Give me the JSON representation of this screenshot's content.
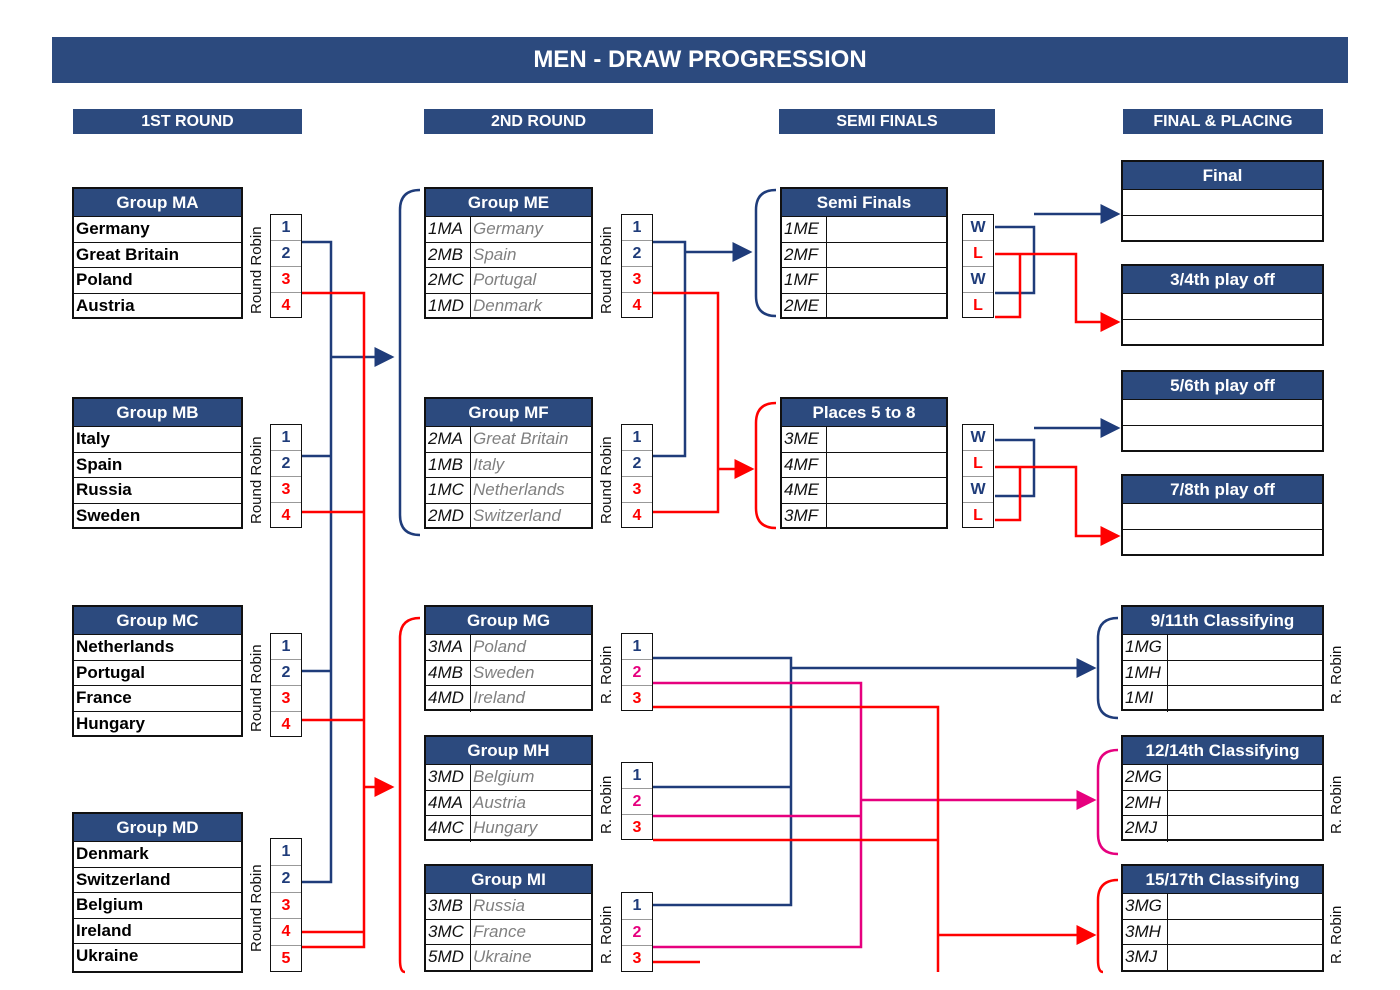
{
  "title": "MEN - DRAW PROGRESSION",
  "columns": [
    "1ST ROUND",
    "2ND ROUND",
    "SEMI FINALS",
    "FINAL & PLACING"
  ],
  "rr_label": "Round Robin",
  "rr_short": "R. Robin",
  "colors": {
    "header": "#2c4a7e",
    "winner_line": "#1f3c7a",
    "loser_line": "#ff0000",
    "pink_line": "#e6007e"
  },
  "round1": [
    {
      "name": "Group MA",
      "teams": [
        "Germany",
        "Great Britain",
        "Poland",
        "Austria"
      ],
      "ranks": [
        "1",
        "2",
        "3",
        "4"
      ]
    },
    {
      "name": "Group MB",
      "teams": [
        "Italy",
        "Spain",
        "Russia",
        "Sweden"
      ],
      "ranks": [
        "1",
        "2",
        "3",
        "4"
      ]
    },
    {
      "name": "Group MC",
      "teams": [
        "Netherlands",
        "Portugal",
        "France",
        "Hungary"
      ],
      "ranks": [
        "1",
        "2",
        "3",
        "4"
      ]
    },
    {
      "name": "Group MD",
      "teams": [
        "Denmark",
        "Switzerland",
        "Belgium",
        "Ireland",
        "Ukraine"
      ],
      "ranks": [
        "1",
        "2",
        "3",
        "4",
        "5"
      ]
    }
  ],
  "round2": [
    {
      "name": "Group ME",
      "seeds": [
        "1MA",
        "2MB",
        "2MC",
        "1MD"
      ],
      "teams": [
        "Germany",
        "Spain",
        "Portugal",
        "Denmark"
      ],
      "ranks": [
        "1",
        "2",
        "3",
        "4"
      ]
    },
    {
      "name": "Group MF",
      "seeds": [
        "2MA",
        "1MB",
        "1MC",
        "2MD"
      ],
      "teams": [
        "Great Britain",
        "Italy",
        "Netherlands",
        "Switzerland"
      ],
      "ranks": [
        "1",
        "2",
        "3",
        "4"
      ]
    },
    {
      "name": "Group MG",
      "seeds": [
        "3MA",
        "4MB",
        "4MD"
      ],
      "teams": [
        "Poland",
        "Sweden",
        "Ireland"
      ],
      "ranks": [
        "1",
        "2",
        "3"
      ]
    },
    {
      "name": "Group MH",
      "seeds": [
        "3MD",
        "4MA",
        "4MC"
      ],
      "teams": [
        "Belgium",
        "Austria",
        "Hungary"
      ],
      "ranks": [
        "1",
        "2",
        "3"
      ]
    },
    {
      "name": "Group MI",
      "seeds": [
        "3MB",
        "3MC",
        "5MD"
      ],
      "teams": [
        "Russia",
        "France",
        "Ukraine"
      ],
      "ranks": [
        "1",
        "2",
        "3"
      ]
    }
  ],
  "semis": [
    {
      "name": "Semi Finals",
      "seeds": [
        "1ME",
        "2MF",
        "1MF",
        "2ME"
      ],
      "results": [
        "W",
        "L",
        "W",
        "L"
      ]
    },
    {
      "name": "Places 5 to 8",
      "seeds": [
        "3ME",
        "4MF",
        "4ME",
        "3MF"
      ],
      "results": [
        "W",
        "L",
        "W",
        "L"
      ]
    }
  ],
  "finals": [
    {
      "name": "Final"
    },
    {
      "name": "3/4th play off"
    },
    {
      "name": "5/6th play off"
    },
    {
      "name": "7/8th play off"
    }
  ],
  "classifying": [
    {
      "name": "9/11th Classifying",
      "seeds": [
        "1MG",
        "1MH",
        "1MI"
      ]
    },
    {
      "name": "12/14th Classifying",
      "seeds": [
        "2MG",
        "2MH",
        "2MJ"
      ]
    },
    {
      "name": "15/17th Classifying",
      "seeds": [
        "3MG",
        "3MH",
        "3MJ"
      ]
    }
  ]
}
